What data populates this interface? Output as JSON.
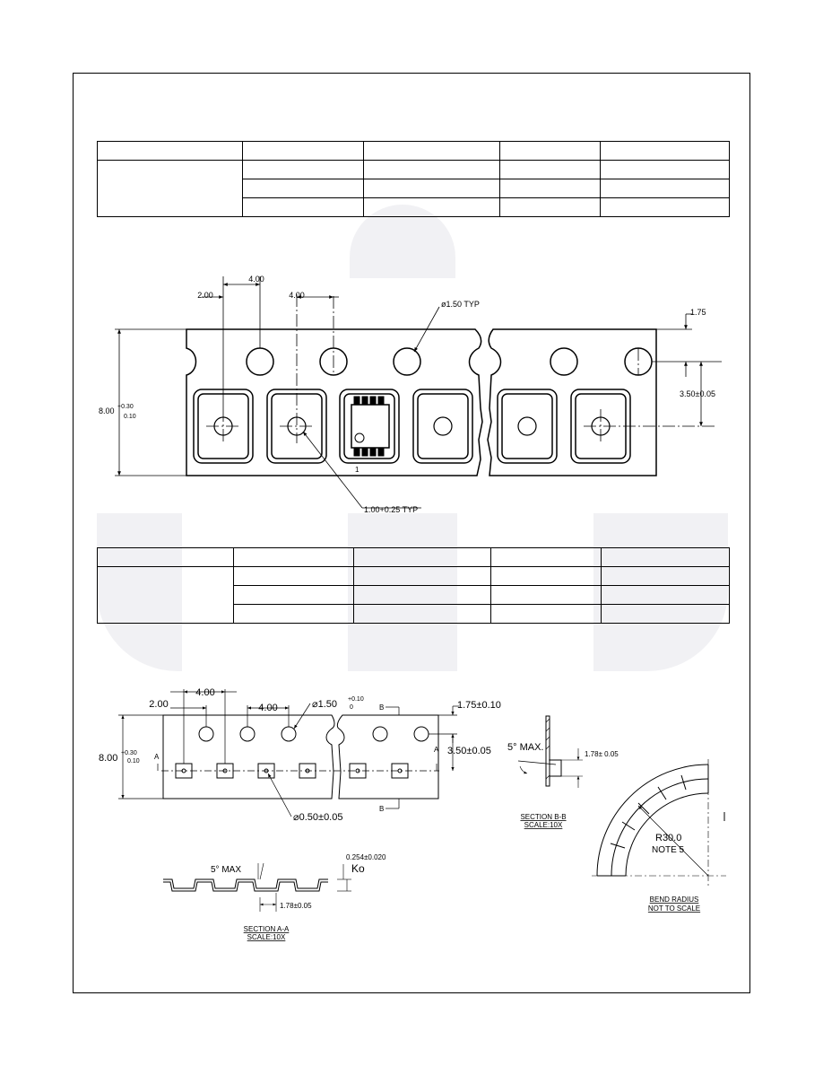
{
  "drawing1": {
    "dims": {
      "pitch_top": "4.00",
      "left_offset": "2.00",
      "pitch_second": "4.00",
      "hole_dia": "ø1.50 TYP",
      "edge_dist": "1.75",
      "width_main": "8.00",
      "width_tol_plus": "+0.30",
      "width_tol_minus": "0.10",
      "row_dist": "3.50±0.05",
      "pocket_hole": "1.00+0.25 TYP",
      "pin_one": "1"
    }
  },
  "drawing2": {
    "dims": {
      "left_offset": "2.00",
      "pitch_top": "4.00",
      "pitch_second": "4.00",
      "hole_dia": "⌀1.50",
      "hole_tol_plus": "+0.10",
      "hole_tol_minus": "0",
      "edge_dist": "1.75±0.10",
      "width_main": "8.00",
      "width_tol_plus": "+0.30",
      "width_tol_minus": "0.10",
      "row_dist": "3.50±0.05",
      "pocket_hole": "⌀0.50±0.05",
      "section_a": "A",
      "section_b": "B"
    },
    "section_bb": {
      "angle": "5° MAX.",
      "dim": "1.78± 0.05",
      "title": "SECTION B-B",
      "scale": "SCALE:10X"
    },
    "section_aa": {
      "angle": "5° MAX",
      "thickness": "0.254±0.020",
      "ko": "Ko",
      "dim": "1.78±0.05",
      "title": "SECTION A-A",
      "scale": "SCALE:10X"
    },
    "bend": {
      "radius": "R30.0",
      "note": "NOTE 5",
      "title_1": "BEND RADIUS",
      "title_2": "NOT TO SCALE"
    }
  }
}
